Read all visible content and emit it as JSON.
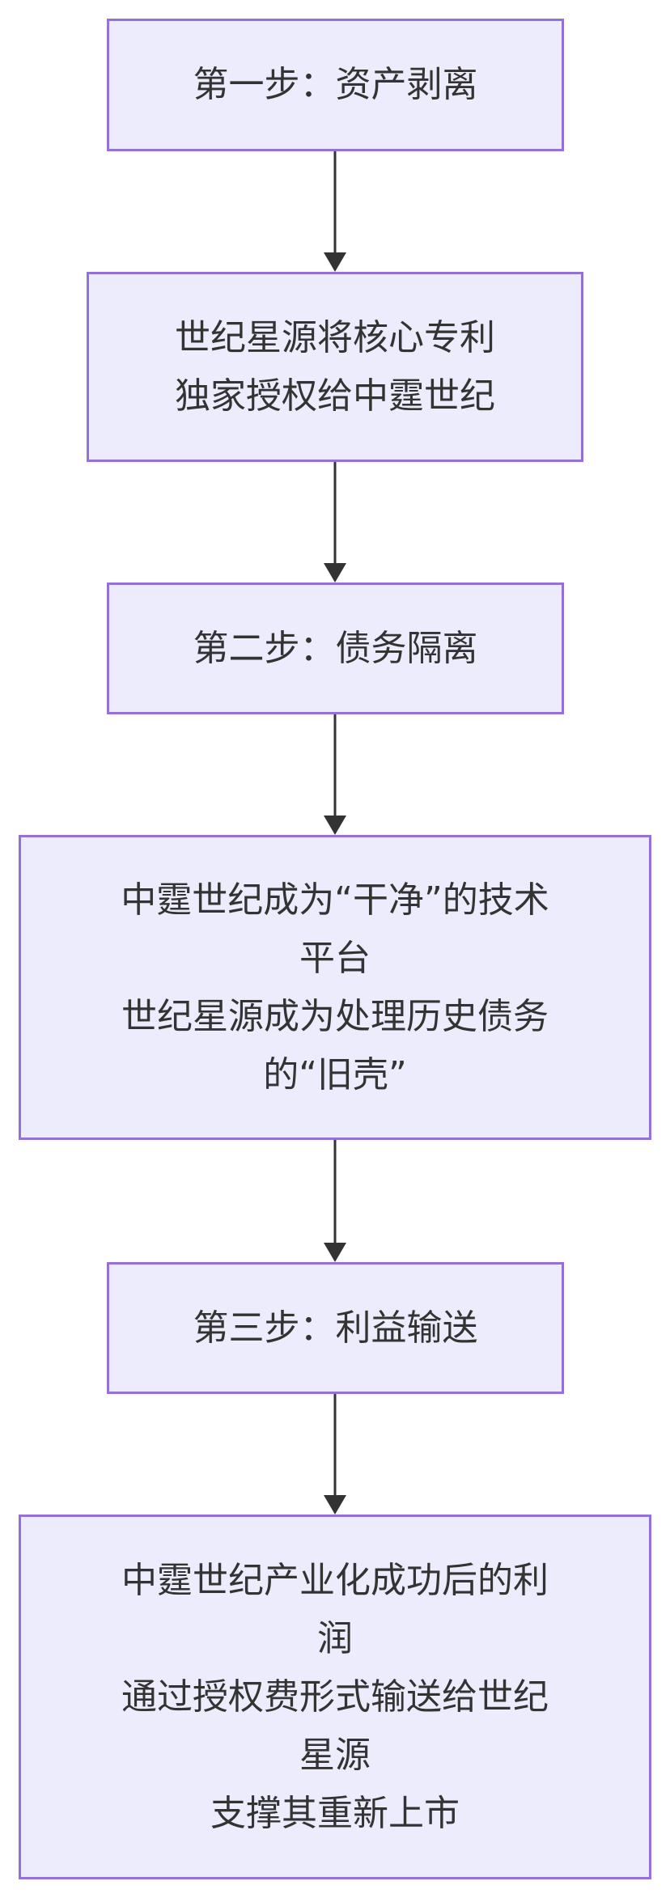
{
  "flowchart": {
    "nodes": [
      {
        "id": "step1",
        "lines": [
          "第一步：资产剥离"
        ]
      },
      {
        "id": "license",
        "lines": [
          "世纪星源将核心专利",
          "独家授权给中霆世纪"
        ]
      },
      {
        "id": "step2",
        "lines": [
          "第二步：债务隔离"
        ]
      },
      {
        "id": "isolation",
        "lines": [
          "中霆世纪成为“干净”的技术",
          "平台",
          "世纪星源成为处理历史债务",
          "的“旧壳”"
        ]
      },
      {
        "id": "step3",
        "lines": [
          "第三步：利益输送"
        ]
      },
      {
        "id": "transfer",
        "lines": [
          "中霆世纪产业化成功后的利",
          "润",
          "通过授权费形式输送给世纪",
          "星源",
          "支撑其重新上市"
        ]
      }
    ],
    "edges": [
      {
        "from": "step1",
        "to": "license"
      },
      {
        "from": "license",
        "to": "step2"
      },
      {
        "from": "step2",
        "to": "isolation"
      },
      {
        "from": "isolation",
        "to": "step3"
      },
      {
        "from": "step3",
        "to": "transfer"
      }
    ]
  },
  "colors": {
    "node_fill": "#ececfd",
    "node_border": "#9370db",
    "text": "#333333",
    "edge": "#333333"
  }
}
